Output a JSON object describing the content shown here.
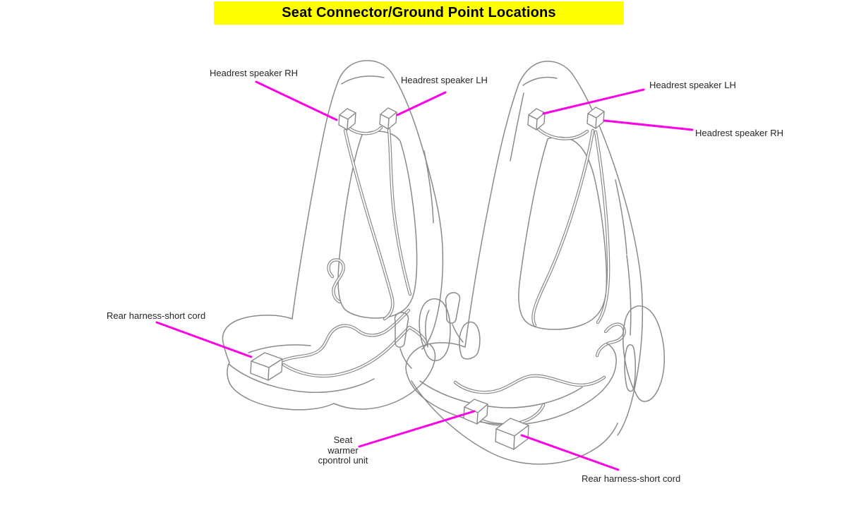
{
  "title": {
    "text": "Seat Connector/Ground Point Locations"
  },
  "colors": {
    "page_bg": "#ffffff",
    "banner_bg": "#ffff00",
    "banner_text": "#000000",
    "callout_line": "#ff00e6",
    "seat_line": "#8a8a8a",
    "label_text": "#262626"
  },
  "icons": {
    "left_seat": "car-seat-line-art",
    "right_seat": "car-seat-line-art",
    "connector_boxes": "3d-connector-box"
  },
  "callouts": {
    "left_seat": {
      "headrest_speaker_rh": "Headrest speaker RH",
      "headrest_speaker_lh": "Headrest speaker LH",
      "rear_harness_short_cord": "Rear harness-short cord"
    },
    "right_seat": {
      "headrest_speaker_lh": "Headrest speaker LH",
      "headrest_speaker_rh": "Headrest speaker RH",
      "seat_warmer_control_unit": "Seat\nwarmer\ncpontrol unit",
      "rear_harness_short_cord": "Rear harness-short cord"
    }
  }
}
